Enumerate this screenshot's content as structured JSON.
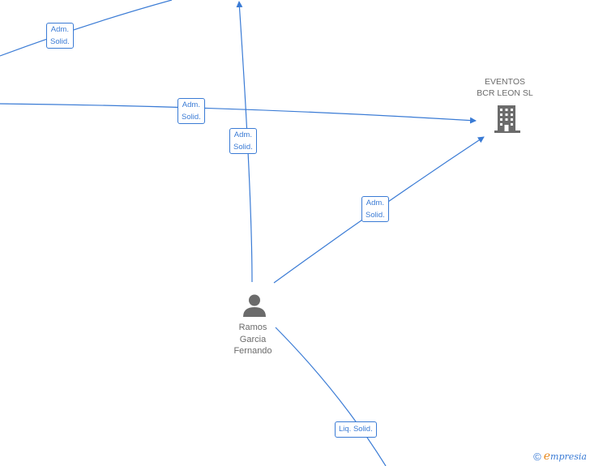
{
  "company": {
    "name_line1": "EVENTOS",
    "name_line2": "BCR LEON  SL",
    "icon": "building-icon"
  },
  "person": {
    "name_line1": "Ramos",
    "name_line2": "Garcia",
    "name_line3": "Fernando",
    "icon": "person-icon"
  },
  "edges": [
    {
      "id": "top-left",
      "label_line1": "Adm.",
      "label_line2": "Solid."
    },
    {
      "id": "left-to-company",
      "label_line1": "Adm.",
      "label_line2": "Solid."
    },
    {
      "id": "person-up",
      "label_line1": "Adm.",
      "label_line2": "Solid."
    },
    {
      "id": "person-to-company",
      "label_line1": "Adm.",
      "label_line2": "Solid."
    },
    {
      "id": "person-down",
      "label": "Liq.  Solid."
    }
  ],
  "footer": {
    "copyright": "©",
    "brand_initial": "e",
    "brand_rest": "mpresia"
  },
  "colors": {
    "edge": "#3a7bd5",
    "node_icon": "#6b6b6b",
    "brand_accent": "#e8891d"
  }
}
